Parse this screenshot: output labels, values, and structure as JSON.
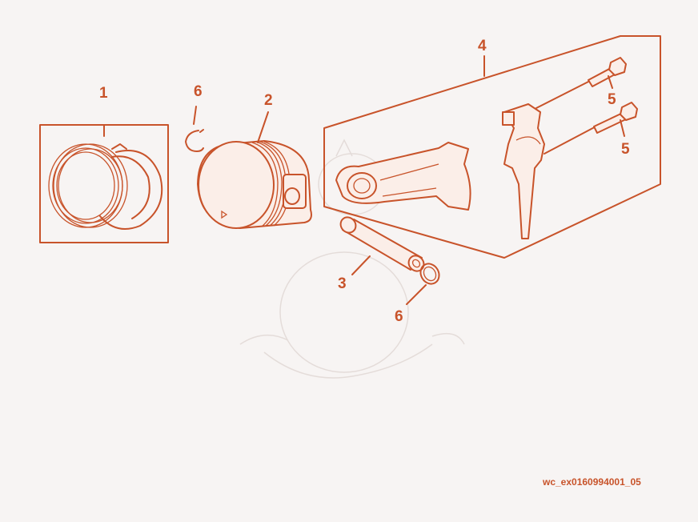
{
  "colors": {
    "line": "#c8532a",
    "fill": "#fbeee8",
    "background": "#f7f4f3",
    "watermark": "#e4dcd9"
  },
  "callouts": {
    "piston_ring_set": "1",
    "piston": "2",
    "piston_pin": "3",
    "connecting_rod_assembly": "4",
    "bolt_upper": "5",
    "bolt_lower": "5",
    "circlip_upper": "6",
    "circlip_lower": "6"
  },
  "drawing_id": "wc_ex0160994001_05"
}
